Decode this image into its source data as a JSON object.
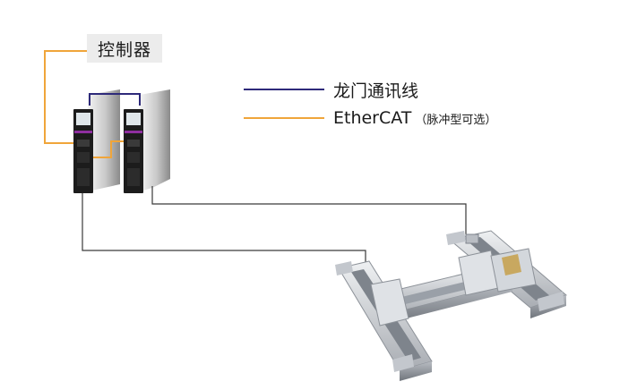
{
  "diagram": {
    "controller_label": "控制器",
    "legend": [
      {
        "text": "龙门通讯线",
        "color": "#2e2a7a"
      },
      {
        "text": "EtherCAT",
        "note": "（脉冲型可选）",
        "color": "#f0a53a"
      }
    ],
    "colors": {
      "gantry_line": "#2e2a7a",
      "ethercat_line": "#f0a53a",
      "motor_cable": "#3a3a3a",
      "drive_body": "#1c1c1c",
      "drive_accent": "#8e2fa0",
      "panel": "#d7d7d7",
      "stage_metal": "#c9ccd0"
    }
  }
}
